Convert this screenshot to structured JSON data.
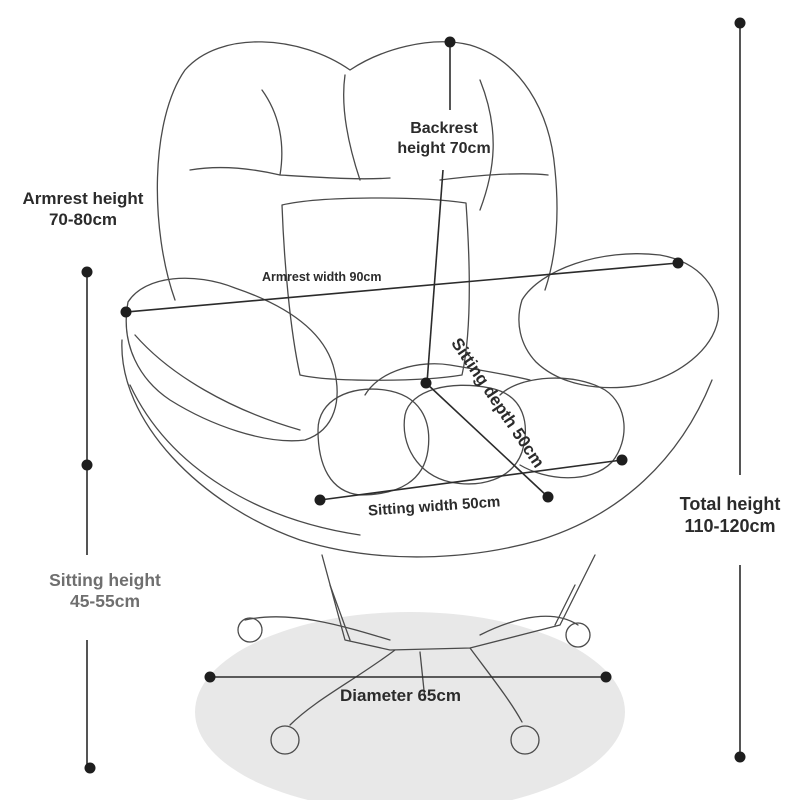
{
  "colors": {
    "outline": "#4a4a4a",
    "dimension_line": "#2b2b2b",
    "label_dark": "#2b2b2b",
    "label_grey": "#6f6f6f",
    "floor_shadow": "#e8e8e8"
  },
  "labels": {
    "backrest_height": [
      "Backrest",
      "height 70cm"
    ],
    "armrest_height": [
      "Armrest height",
      "70-80cm"
    ],
    "armrest_width": "Armrest width 90cm",
    "sitting_depth": "Sitting depth 50cm",
    "sitting_width": "Sitting width 50cm",
    "total_height": [
      "Total height",
      "110-120cm"
    ],
    "sitting_height": [
      "Sitting height",
      "45-55cm"
    ],
    "diameter": "Diameter 65cm"
  }
}
